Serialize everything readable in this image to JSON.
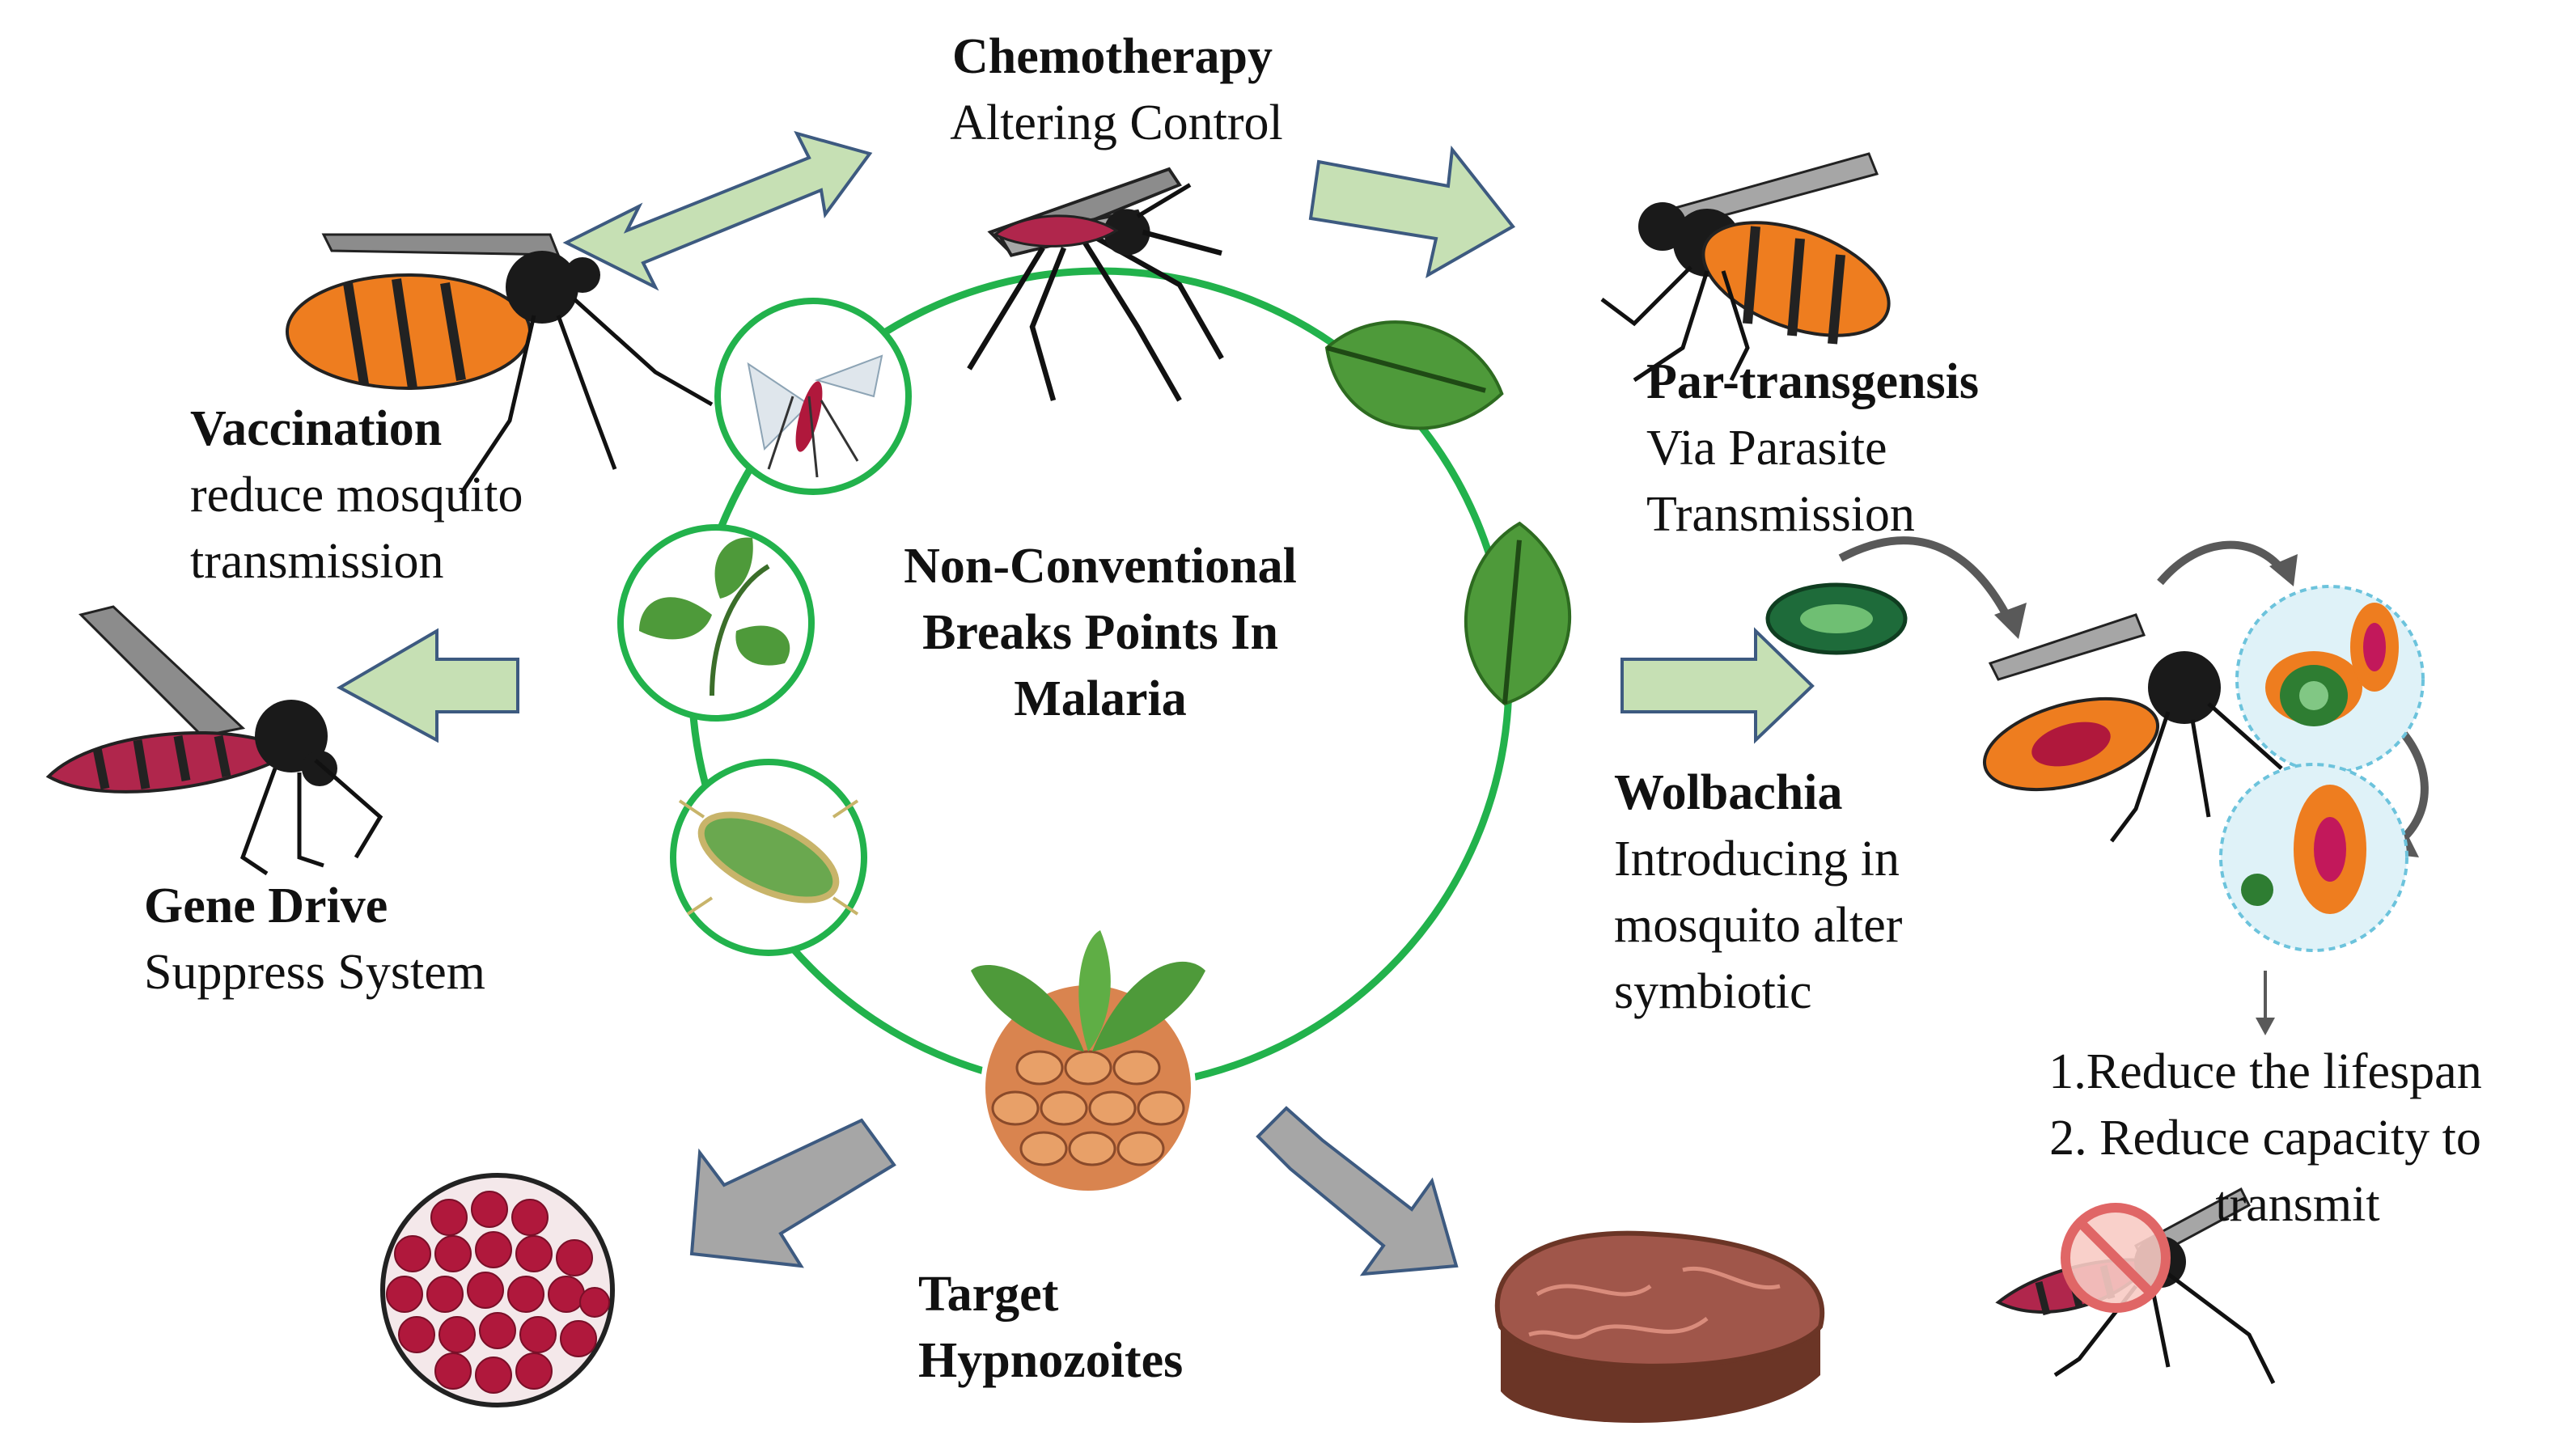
{
  "center": {
    "lines": [
      "Non-Conventional",
      "Breaks Points In",
      "Malaria"
    ]
  },
  "nodes": {
    "chemotherapy": {
      "title": "Chemotherapy",
      "subtitle": "Altering Control"
    },
    "vaccination": {
      "title": "Vaccination",
      "lines": [
        "reduce mosquito",
        "transmission"
      ]
    },
    "gene_drive": {
      "title": "Gene Drive",
      "subtitle": "Suppress System"
    },
    "paratransgenesis": {
      "title": "Par-transgensis",
      "lines": [
        "Via Parasite",
        "Transmission"
      ]
    },
    "wolbachia": {
      "title": "Wolbachia",
      "lines": [
        "Introducing in",
        "mosquito alter",
        "symbiotic"
      ]
    },
    "target_hypnozoites": {
      "title_lines": [
        "Target",
        "Hypnozoites"
      ]
    }
  },
  "outcomes": {
    "lines": [
      "1.Reduce the lifespan",
      "2. Reduce capacity to",
      "transmit"
    ]
  },
  "colors": {
    "ring": "#22b24c",
    "arrow_green_fill": "#c6e0b4",
    "arrow_green_stroke": "#3d5a80",
    "arrow_gray_fill": "#a6a6a6",
    "leaf": "#4e9a3a",
    "mosquito_orange": "#ee7d1f",
    "mosquito_red": "#b0264c",
    "blood_cell": "#b0183c",
    "liver": "#8a4a3a"
  },
  "icons": [
    "mosquito-icon",
    "leaf-icon",
    "plant-circle-icon",
    "bacteria-icon",
    "soil-plant-icon",
    "blood-cells-icon",
    "liver-tissue-icon",
    "wolbachia-cell-icon",
    "infected-cells-icon",
    "prohibited-icon"
  ]
}
